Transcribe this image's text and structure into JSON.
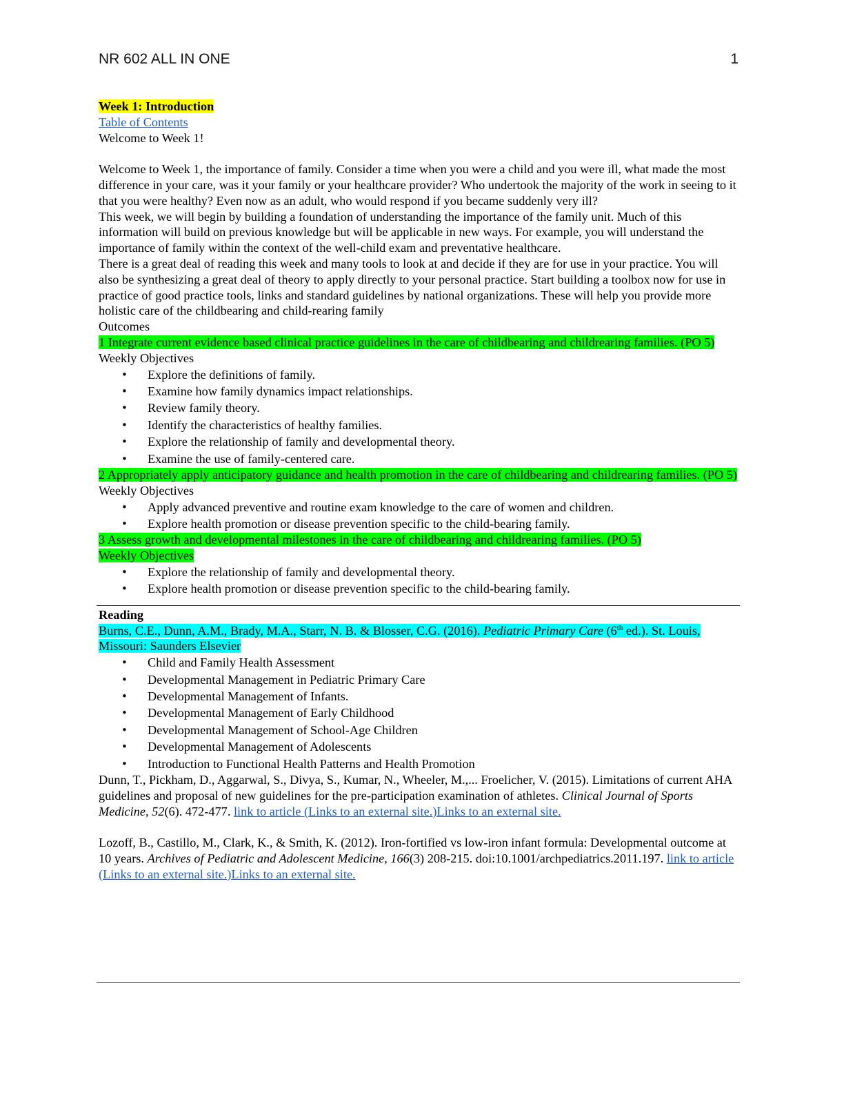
{
  "header": {
    "title": "NR 602 ALL IN ONE",
    "page_number": "1"
  },
  "week_heading": "Week 1: Introduction",
  "toc_link": "Table of Contents",
  "welcome_line": "Welcome to Week 1!",
  "intro_paragraphs": [
    "Welcome to Week 1, the importance of family. Consider a time when you were a child and you were ill, what made the most difference in your care, was it your family or your healthcare provider? Who undertook the majority of the work in seeing to it that you were healthy? Even now as an adult, who would respond if you became suddenly very ill?",
    "This week, we will begin by building a foundation of understanding the importance of the family unit. Much of this information will build on previous knowledge but will be applicable in new ways. For example, you will understand the importance of family within the context of the well-child exam and preventative healthcare.",
    "There is a great deal of reading this week and many tools to look at and decide if they are for use in your practice. You will also be synthesizing a great deal of theory to apply directly to your personal practice. Start building a toolbox now for use in practice of good practice tools, links and standard guidelines by national organizations. These will help you provide more holistic care of the childbearing and child-rearing family"
  ],
  "outcomes_label": "Outcomes",
  "outcomes": [
    {
      "text": "1 Integrate current evidence based clinical practice guidelines in the care of childbearing and childrearing families. (PO 5)",
      "objectives_label": "Weekly Objectives",
      "objectives": [
        "Explore the definitions of family.",
        "Examine how family dynamics impact relationships.",
        "Review family theory.",
        "Identify the characteristics of healthy families.",
        "Explore the relationship of family and developmental theory.",
        "Examine the use of family-centered care."
      ]
    },
    {
      "text": "2 Appropriately apply anticipatory guidance and health promotion in the care of childbearing and childrearing families. (PO 5)",
      "objectives_label": "Weekly Objectives",
      "objectives": [
        "Apply advanced preventive and routine exam knowledge to the care of women and children.",
        "Explore health promotion or disease prevention specific to the child-bearing family."
      ]
    },
    {
      "text": "3 Assess growth and developmental milestones in the care of childbearing and childrearing families. (PO 5)",
      "objectives_label": "Weekly Objectives",
      "objectives": [
        "Explore the relationship of family and developmental theory.",
        "Explore health promotion or disease prevention specific to the child-bearing family."
      ]
    }
  ],
  "reading": {
    "heading": "Reading",
    "burns": {
      "authors": "Burns, C.E., Dunn, A.M., Brady, M.A., Starr, N. B. & Blosser, C.G. (2016). ",
      "title": "Pediatric Primary Care",
      "edition_pre": " (6",
      "edition_sup": "th",
      "edition_post": " ed.). St. Louis, Missouri: Saunders Elsevier"
    },
    "burns_chapters": [
      "Child and Family Health Assessment",
      "Developmental Management in Pediatric Primary Care",
      "Developmental Management of Infants.",
      "Developmental Management of Early Childhood",
      "Developmental Management of School-Age Children",
      "Developmental Management of Adolescents",
      "Introduction to Functional Health Patterns and Health Promotion"
    ],
    "dunn": {
      "text": "Dunn, T., Pickham, D., Aggarwal, S., Divya, S., Kumar, N., Wheeler, M.,... Froelicher, V. (2015). Limitations of current AHA guidelines and proposal of new guidelines for the pre-participation examination of athletes. ",
      "journal": "Clinical Journal of Sports Medicine, 52",
      "issue": "(6). 472-477. ",
      "link": "link to article (Links to an external site.)Links to an external site."
    },
    "lozoff": {
      "text": "Lozoff, B., Castillo, M., Clark, K., & Smith, K. (2012). Iron-fortified vs low-iron infant formula: Developmental outcome at 10 years. ",
      "journal": "Archives of Pediatric and Adolescent Medicine, 166",
      "issue": "(3) 208-215. doi:10.1001/archpediatrics.2011.197. ",
      "link": "link to article (Links to an external site.)Links to an external site."
    }
  },
  "colors": {
    "yellow_highlight": "#ffff00",
    "green_highlight": "#00ff00",
    "cyan_highlight": "#00ffff",
    "link": "#1f5ccc"
  }
}
